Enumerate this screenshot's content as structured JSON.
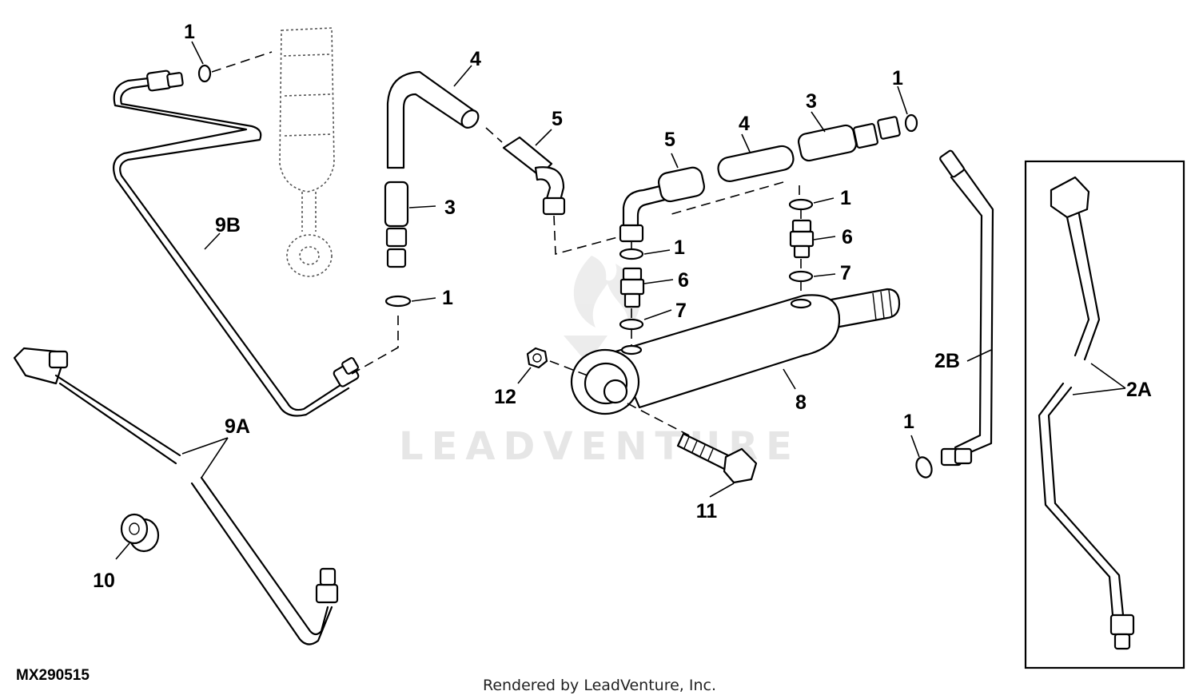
{
  "figure_id": "MX290515",
  "footer": "Rendered by LeadVenture, Inc.",
  "watermark": "LEADVENTURE",
  "callouts": {
    "c1a": "1",
    "c4a": "4",
    "c5a": "5",
    "c3a": "3",
    "c1b": "1",
    "c9b": "9B",
    "c9a": "9A",
    "c10": "10",
    "c5b": "5",
    "c4b": "4",
    "c3b": "3",
    "c1c": "1",
    "c1d": "1",
    "c6a": "6",
    "c7a": "7",
    "c1e": "1",
    "c6b": "6",
    "c7b": "7",
    "c8": "8",
    "c12": "12",
    "c11": "11",
    "c2b": "2B",
    "c1f": "1",
    "c2a": "2A"
  }
}
